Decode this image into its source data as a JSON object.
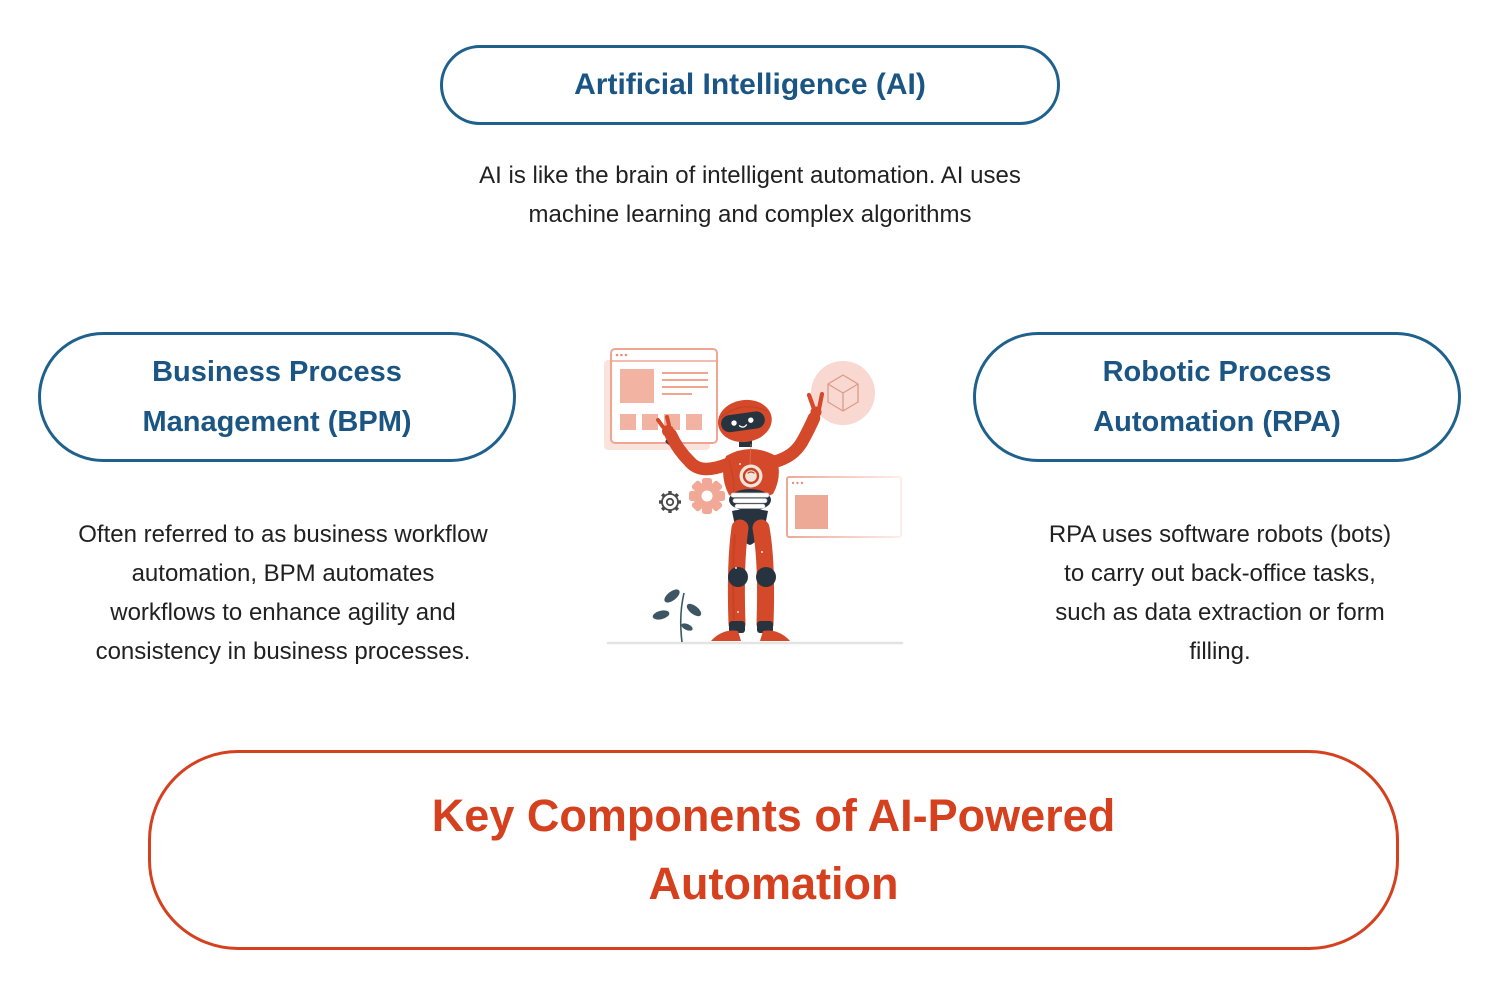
{
  "infographic": {
    "ai": {
      "title": "Artificial Intelligence (AI)",
      "description_lines": [
        "AI is like the brain of intelligent automation. AI uses",
        "machine learning and complex algorithms"
      ]
    },
    "bpm": {
      "title_lines": [
        "Business Process",
        "Management (BPM)"
      ],
      "description_lines": [
        "Often referred to as business workflow",
        "automation, BPM automates",
        "workflows to enhance agility and",
        "consistency in business processes."
      ]
    },
    "rpa": {
      "title_lines": [
        "Robotic Process",
        "Automation (RPA)"
      ],
      "description_lines": [
        "RPA uses software robots (bots)",
        "to carry out back-office tasks,",
        "such as data extraction or form",
        "filling."
      ]
    },
    "footer": {
      "title_lines": [
        "Key Components of AI-Powered",
        "Automation"
      ]
    },
    "illustration_label": "robot with app windows, gears, cube badge and plant"
  },
  "colors": {
    "heading_blue": "#1a5583",
    "pill_border_blue": "#1f618d",
    "accent_red": "#d5411f",
    "body_text": "#212121",
    "robot_orange": "#d3492a",
    "dark_navy": "#27333e",
    "salmon": "#f2b3a3",
    "light_pink": "#f8d8d1"
  }
}
